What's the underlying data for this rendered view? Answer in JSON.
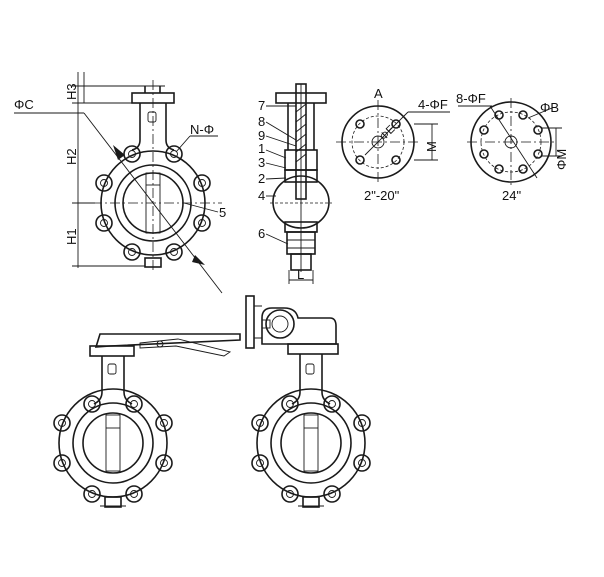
{
  "labels": {
    "h3": "H3",
    "phi_c": "ΦC",
    "h2": "H2",
    "h1": "H1",
    "n_phi": "N-Φ",
    "five": "5",
    "part_7": "7",
    "part_8": "8",
    "part_9": "9",
    "part_1": "1",
    "part_3": "3",
    "part_2": "2",
    "part_4": "4",
    "part_6": "6",
    "l": "L",
    "a": "A",
    "four_phi_f": "4-ΦF",
    "phi_e": "ΦE",
    "m": "M",
    "size_small": "2\"-20\"",
    "eight_phi_f": "8-ΦF",
    "phi_b": "ΦB",
    "phi_m": "ΦM",
    "size_large": "24\""
  },
  "colors": {
    "line": "#1a1a1a",
    "background": "#ffffff"
  }
}
